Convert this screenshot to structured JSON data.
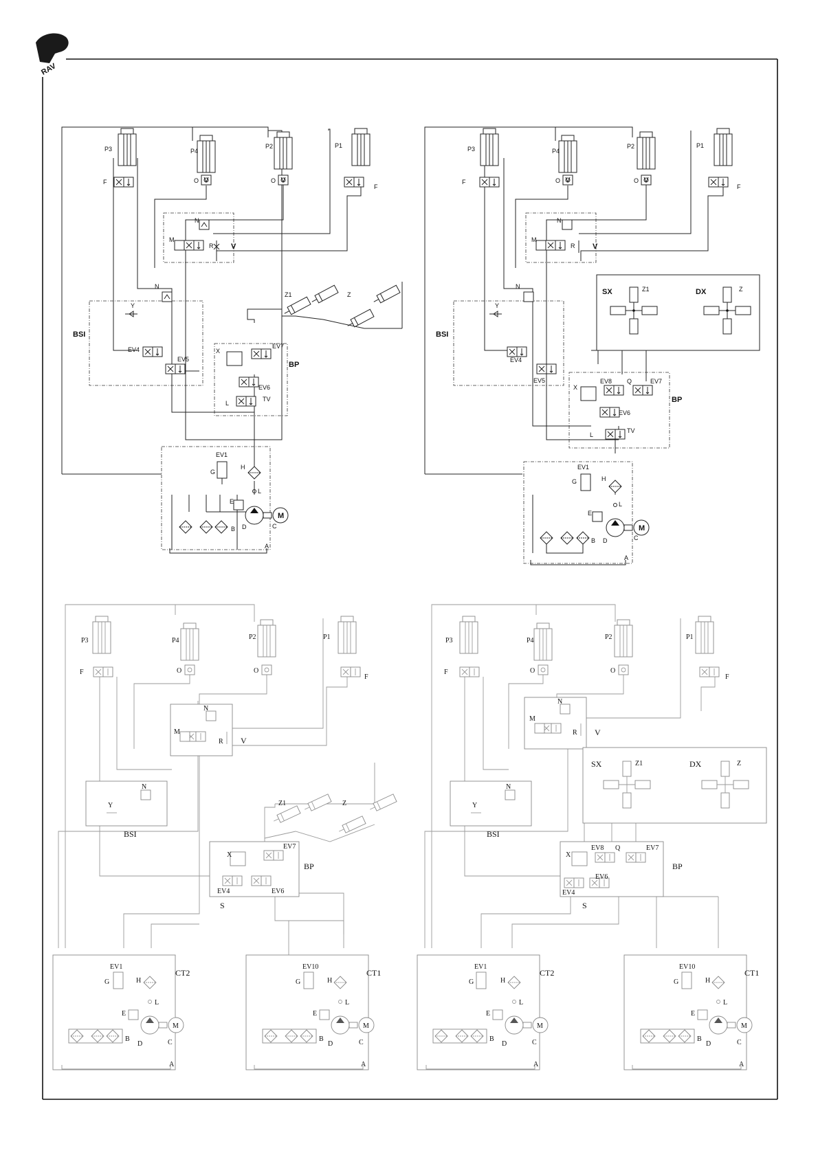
{
  "logo": {
    "text": "RAV"
  },
  "diagrams": [
    {
      "id": "top-left",
      "labels": {
        "p1": "P1",
        "p2": "P2",
        "p3": "P3",
        "p4": "P4",
        "f_left": "F",
        "f_right": "F",
        "o_p4": "O",
        "o_p2": "O",
        "n_v": "N",
        "m_v": "M",
        "r_v": "R",
        "v": "V",
        "n_bsi": "N",
        "y": "Y",
        "bsi": "BSI",
        "ev4": "EV4",
        "ev5": "EV5",
        "z1": "Z1",
        "z": "Z",
        "x": "X",
        "ev7": "EV7",
        "bp": "BP",
        "ev6": "EV6",
        "l_bp": "L",
        "tv": "TV",
        "ev1": "EV1",
        "g": "G",
        "h": "H",
        "l": "L",
        "e": "E",
        "d": "D",
        "b": "B",
        "c": "C",
        "m_motor": "M",
        "a": "A"
      }
    },
    {
      "id": "top-right",
      "labels": {
        "p1": "P1",
        "p2": "P2",
        "p3": "P3",
        "p4": "P4",
        "f_left": "F",
        "f_right": "F",
        "o_p4": "O",
        "o_p2": "O",
        "n_v": "N",
        "m_v": "M",
        "r_v": "R",
        "v": "V",
        "n_bsi": "N",
        "y": "Y",
        "bsi": "BSI",
        "ev4": "EV4",
        "ev5": "EV5",
        "sx": "SX",
        "z1": "Z1",
        "dx": "DX",
        "z": "Z",
        "x": "X",
        "ev8": "EV8",
        "q": "Q",
        "ev7": "EV7",
        "bp": "BP",
        "ev6": "EV6",
        "l_bp": "L",
        "tv": "TV",
        "ev1": "EV1",
        "g": "G",
        "h": "H",
        "l": "L",
        "e": "E",
        "d": "D",
        "b": "B",
        "c": "C",
        "m_motor": "M",
        "a": "A"
      }
    },
    {
      "id": "bottom-left",
      "labels": {
        "p1": "P1",
        "p2": "P2",
        "p3": "P3",
        "p4": "P4",
        "f_left": "F",
        "f_right": "F",
        "o_p4": "O",
        "o_p2": "O",
        "n_v": "N",
        "m_v": "M",
        "r_v": "R",
        "v": "V",
        "n_bsi": "N",
        "y": "Y",
        "bsi": "BSI",
        "z1": "Z1",
        "z": "Z",
        "x": "X",
        "ev7": "EV7",
        "bp": "BP",
        "ev4": "EV4",
        "ev6": "EV6",
        "s": "S",
        "ct2": {
          "ev": "EV1",
          "g": "G",
          "h": "H",
          "l": "L",
          "e": "E",
          "d": "D",
          "b": "B",
          "c": "C",
          "m_motor": "M",
          "a": "A",
          "name": "CT2"
        },
        "ct1": {
          "ev": "EV10",
          "g": "G",
          "h": "H",
          "l": "L",
          "e": "E",
          "d": "D",
          "b": "B",
          "c": "C",
          "m_motor": "M",
          "a": "A",
          "name": "CT1"
        }
      }
    },
    {
      "id": "bottom-right",
      "labels": {
        "p1": "P1",
        "p2": "P2",
        "p3": "P3",
        "p4": "P4",
        "f_left": "F",
        "f_right": "F",
        "o_p4": "O",
        "o_p2": "O",
        "n_v": "N",
        "m_v": "M",
        "r_v": "R",
        "v": "V",
        "n_bsi": "N",
        "y": "Y",
        "bsi": "BSI",
        "sx": "SX",
        "z1": "Z1",
        "dx": "DX",
        "z": "Z",
        "x": "X",
        "ev8": "EV8",
        "q": "Q",
        "ev7": "EV7",
        "bp": "BP",
        "ev4": "EV4",
        "ev6": "EV6",
        "s": "S",
        "ct2": {
          "ev": "EV1",
          "g": "G",
          "h": "H",
          "l": "L",
          "e": "E",
          "d": "D",
          "b": "B",
          "c": "C",
          "m_motor": "M",
          "a": "A",
          "name": "CT2"
        },
        "ct1": {
          "ev": "EV10",
          "g": "G",
          "h": "H",
          "l": "L",
          "e": "E",
          "d": "D",
          "b": "B",
          "c": "C",
          "m_motor": "M",
          "a": "A",
          "name": "CT1"
        }
      }
    }
  ]
}
